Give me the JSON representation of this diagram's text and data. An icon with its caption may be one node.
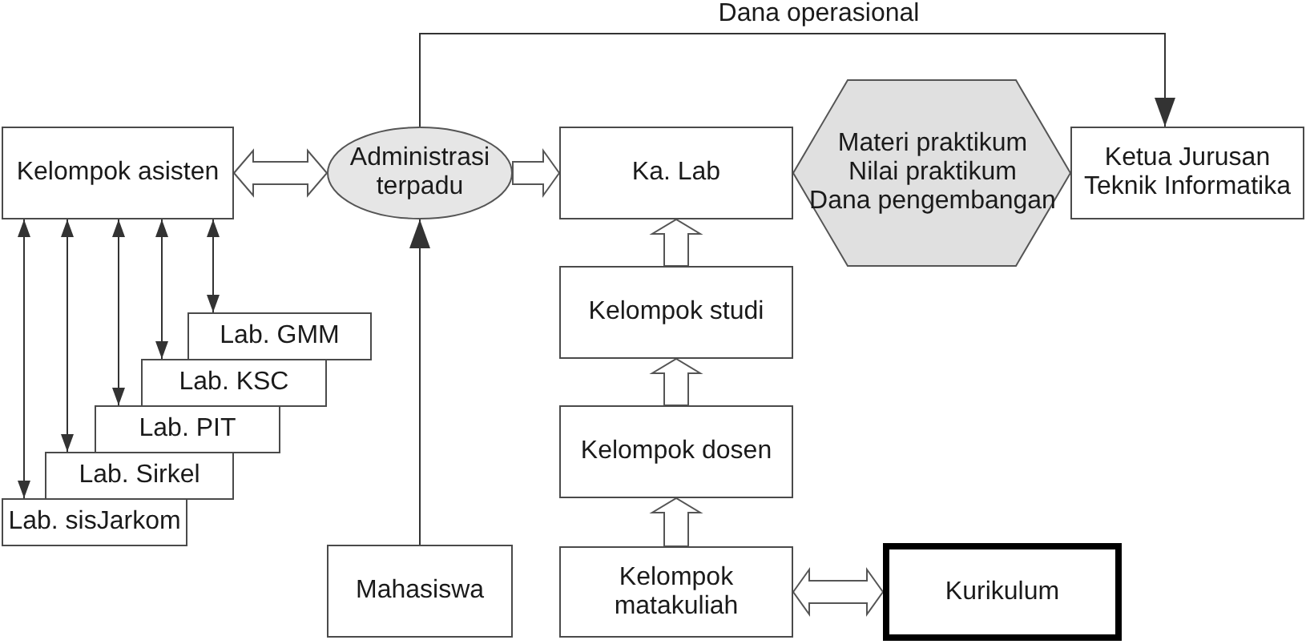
{
  "diagram": {
    "nodes": [
      {
        "text": [
          "Kelompok asisten"
        ]
      },
      {
        "text": [
          "Administrasi terpadu"
        ]
      },
      {
        "text": [
          "Ka. Lab"
        ]
      },
      {
        "text": [
          "Ketua Jurusan Teknik Informatika"
        ]
      },
      {
        "text": [
          "Kelompok studi"
        ]
      },
      {
        "text": [
          "Kelompok dosen"
        ]
      },
      {
        "text": [
          "Kelompok matakuliah"
        ]
      },
      {
        "text": [
          "Kurikulum"
        ]
      },
      {
        "text": [
          "Mahasiswa"
        ]
      },
      {
        "text": [
          "Lab. GMM"
        ]
      },
      {
        "text": [
          "Lab. KSC"
        ]
      },
      {
        "text": [
          "Lab. PIT"
        ]
      },
      {
        "text": [
          "Lab. Sirkel"
        ]
      },
      {
        "text": [
          "Lab. sisJarkom"
        ]
      }
    ],
    "edges": [
      {
        "from": 0,
        "to": 1,
        "arrow": "both",
        "style": "thick"
      },
      {
        "from": 1,
        "to": 2,
        "arrow": "to",
        "style": "thick"
      },
      {
        "from": 1,
        "to": 3,
        "arrow": "to",
        "label": "Dana operasional"
      },
      {
        "from": 2,
        "to": 3,
        "arrow": "both",
        "style": "thick",
        "color": "#e0e0e0",
        "label": "Materi praktikum Nilai praktikum Dana pengembangan"
      },
      {
        "from": 4,
        "to": 2,
        "arrow": "to",
        "style": "thick"
      },
      {
        "from": 5,
        "to": 4,
        "arrow": "to",
        "style": "thick"
      },
      {
        "from": 6,
        "to": 5,
        "arrow": "to",
        "style": "thick"
      },
      {
        "from": 6,
        "to": 7,
        "arrow": "both",
        "style": "thick"
      },
      {
        "from": 8,
        "to": 1,
        "arrow": "to"
      },
      {
        "from": 0,
        "to": 9,
        "arrow": "both"
      },
      {
        "from": 0,
        "to": 10,
        "arrow": "both"
      },
      {
        "from": 0,
        "to": 11,
        "arrow": "both"
      },
      {
        "from": 0,
        "to": 12,
        "arrow": "both"
      },
      {
        "from": 0,
        "to": 13,
        "arrow": "both"
      }
    ]
  }
}
